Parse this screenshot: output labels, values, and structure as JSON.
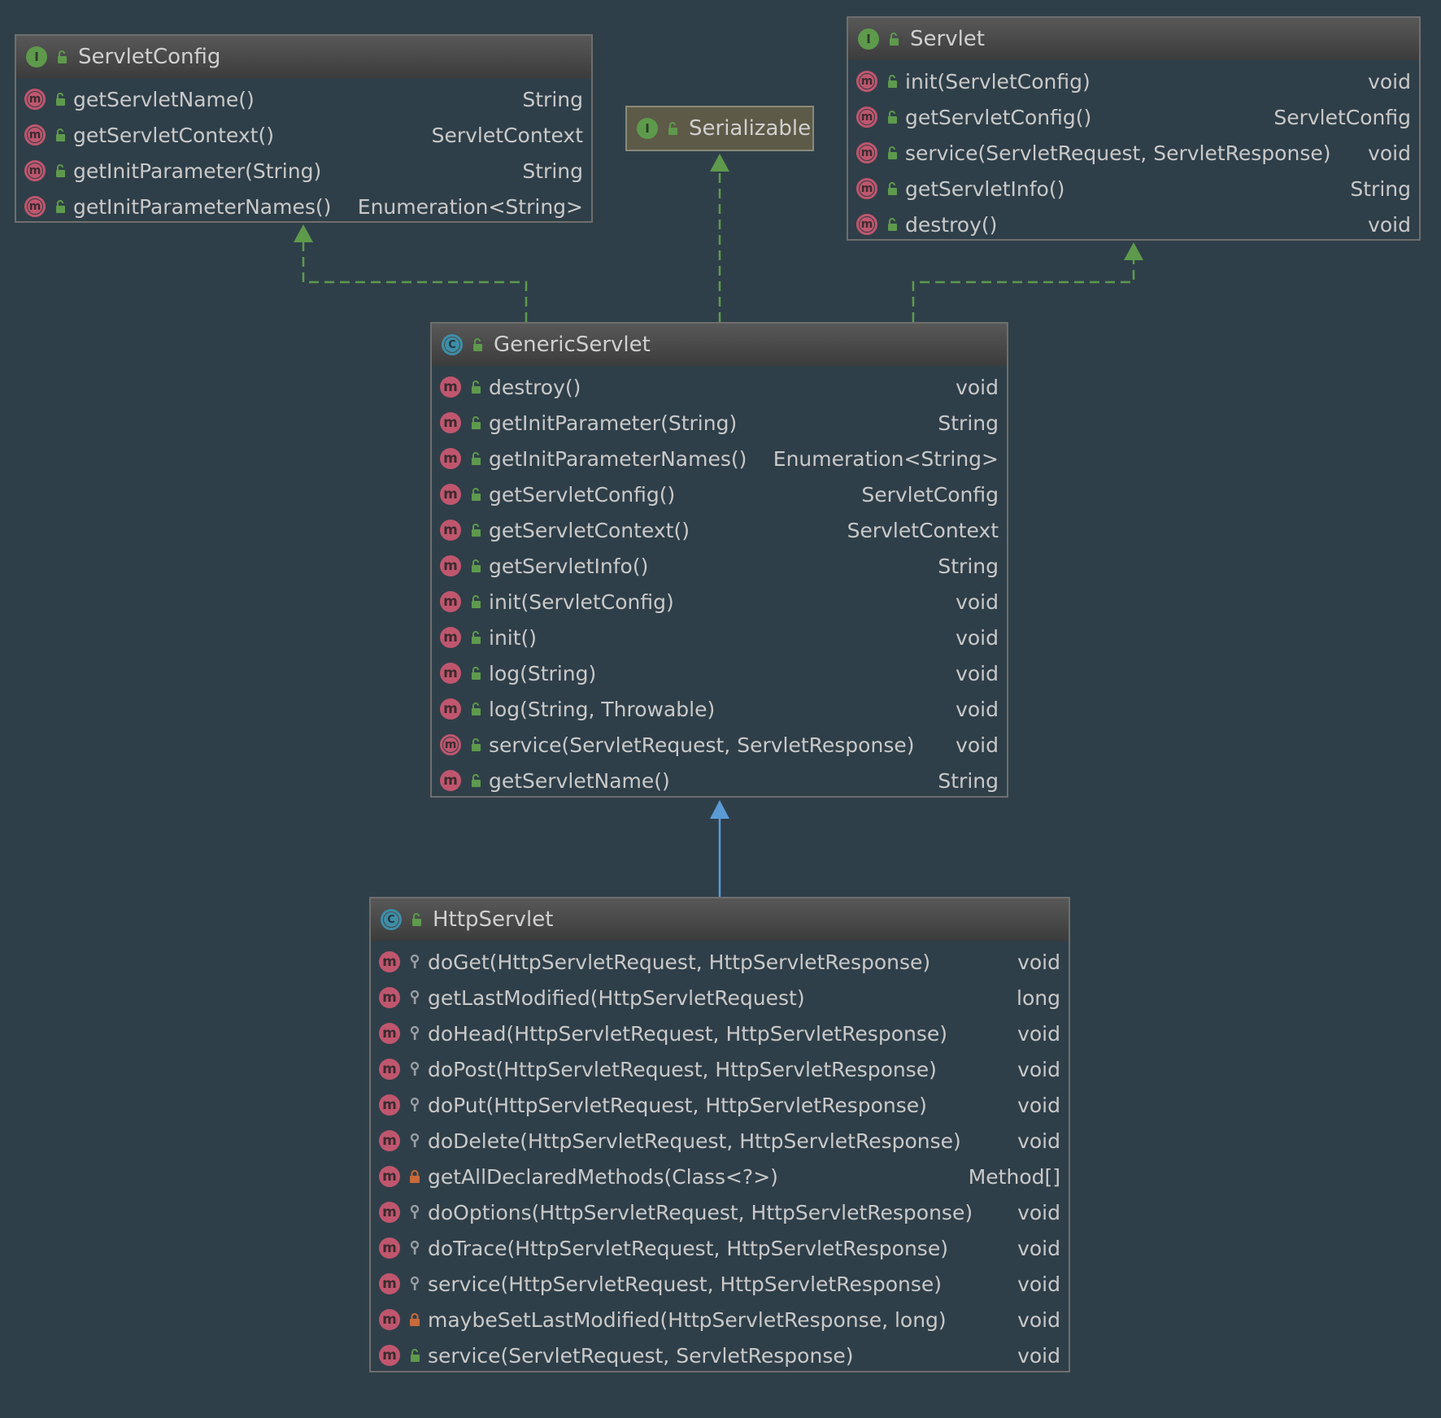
{
  "colors": {
    "background": "#2f3f49",
    "implements_arrow": "#5e9a4c",
    "extends_arrow": "#5b9bd5",
    "method_icon": "#c0566e",
    "interface_icon": "#5e9a4c",
    "class_icon": "#3d8ea8"
  },
  "nodes": {
    "servletconfig": {
      "kind_icon": "I",
      "title": "ServletConfig",
      "methods": [
        {
          "name": "getServletName()",
          "type": "String"
        },
        {
          "name": "getServletContext()",
          "type": "ServletContext"
        },
        {
          "name": "getInitParameter(String)",
          "type": "String"
        },
        {
          "name": "getInitParameterNames()",
          "type": "Enumeration<String>"
        }
      ]
    },
    "serializable": {
      "kind_icon": "I",
      "title": "Serializable"
    },
    "servlet": {
      "kind_icon": "I",
      "title": "Servlet",
      "methods": [
        {
          "name": "init(ServletConfig)",
          "type": "void"
        },
        {
          "name": "getServletConfig()",
          "type": "ServletConfig"
        },
        {
          "name": "service(ServletRequest, ServletResponse)",
          "type": "void"
        },
        {
          "name": "getServletInfo()",
          "type": "String"
        },
        {
          "name": "destroy()",
          "type": "void"
        }
      ]
    },
    "genericservlet": {
      "kind_icon": "C",
      "title": "GenericServlet",
      "methods": [
        {
          "name": "destroy()",
          "type": "void"
        },
        {
          "name": "getInitParameter(String)",
          "type": "String"
        },
        {
          "name": "getInitParameterNames()",
          "type": "Enumeration<String>"
        },
        {
          "name": "getServletConfig()",
          "type": "ServletConfig"
        },
        {
          "name": "getServletContext()",
          "type": "ServletContext"
        },
        {
          "name": "getServletInfo()",
          "type": "String"
        },
        {
          "name": "init(ServletConfig)",
          "type": "void"
        },
        {
          "name": "init()",
          "type": "void"
        },
        {
          "name": "log(String)",
          "type": "void"
        },
        {
          "name": "log(String, Throwable)",
          "type": "void"
        },
        {
          "name": "service(ServletRequest, ServletResponse)",
          "type": "void"
        },
        {
          "name": "getServletName()",
          "type": "String"
        }
      ]
    },
    "httpservlet": {
      "kind_icon": "C",
      "title": "HttpServlet",
      "methods": [
        {
          "name": "doGet(HttpServletRequest, HttpServletResponse)",
          "type": "void"
        },
        {
          "name": "getLastModified(HttpServletRequest)",
          "type": "long"
        },
        {
          "name": "doHead(HttpServletRequest, HttpServletResponse)",
          "type": "void"
        },
        {
          "name": "doPost(HttpServletRequest, HttpServletResponse)",
          "type": "void"
        },
        {
          "name": "doPut(HttpServletRequest, HttpServletResponse)",
          "type": "void"
        },
        {
          "name": "doDelete(HttpServletRequest, HttpServletResponse)",
          "type": "void"
        },
        {
          "name": "getAllDeclaredMethods(Class<?>)",
          "type": "Method[]"
        },
        {
          "name": "doOptions(HttpServletRequest, HttpServletResponse)",
          "type": "void"
        },
        {
          "name": "doTrace(HttpServletRequest, HttpServletResponse)",
          "type": "void"
        },
        {
          "name": "service(HttpServletRequest, HttpServletResponse)",
          "type": "void"
        },
        {
          "name": "maybeSetLastModified(HttpServletResponse, long)",
          "type": "void"
        },
        {
          "name": "service(ServletRequest, ServletResponse)",
          "type": "void"
        }
      ]
    }
  },
  "method_icon_letter": "m"
}
